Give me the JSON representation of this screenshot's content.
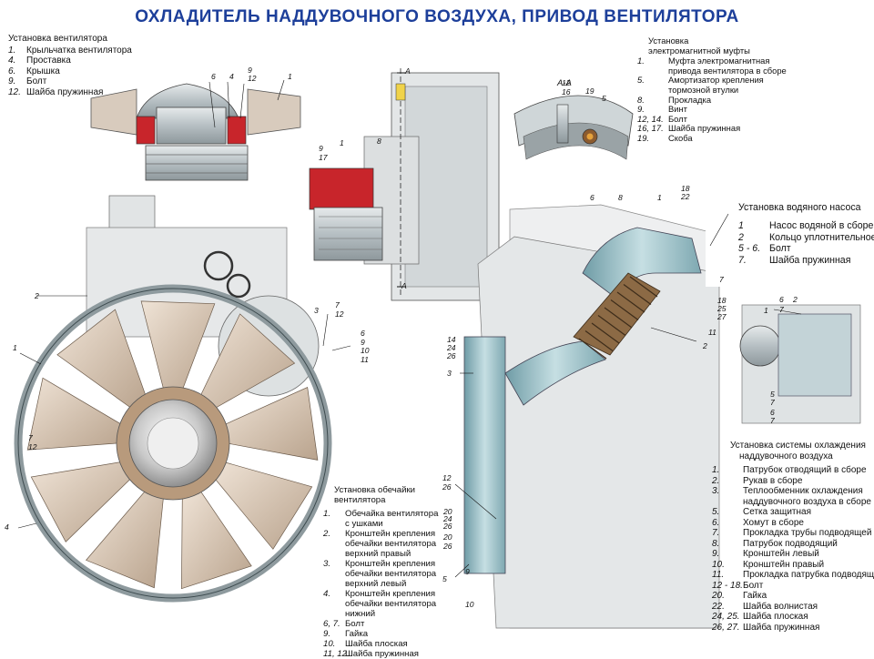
{
  "title": "ОХЛАДИТЕЛЬ НАДДУВОЧНОГО ВОЗДУХА, ПРИВОД ВЕНТИЛЯТОРА",
  "fan_install": {
    "heading": "Установка вентилятора",
    "items": [
      {
        "num": "1.",
        "text": "Крыльчатка вентилятора"
      },
      {
        "num": "4.",
        "text": "Проставка"
      },
      {
        "num": "6.",
        "text": "Крышка"
      },
      {
        "num": "9.",
        "text": "Болт"
      },
      {
        "num": "12.",
        "text": "Шайба пружинная"
      }
    ]
  },
  "clutch_install": {
    "heading": [
      "Установка",
      "электромагнитной муфты"
    ],
    "items": [
      {
        "num": "1.",
        "text": [
          "Муфта электромагнитная",
          "привода вентилятора в сборе"
        ]
      },
      {
        "num": "5.",
        "text": [
          "Амортизатор крепления",
          "тормозной втулки"
        ]
      },
      {
        "num": "8.",
        "text": [
          "Прокладка"
        ]
      },
      {
        "num": "9.",
        "text": [
          "Винт"
        ]
      },
      {
        "num": "12, 14.",
        "text": [
          "Болт"
        ]
      },
      {
        "num": "16, 17.",
        "text": [
          "Шайба пружинная"
        ]
      },
      {
        "num": "19.",
        "text": [
          "Скоба"
        ]
      }
    ]
  },
  "section_label": "А-А",
  "water_pump": {
    "heading": "Установка водяного насоса",
    "items": [
      {
        "num": "1",
        "text": "Насос водяной в сборе"
      },
      {
        "num": "2",
        "text": "Кольцо уплотнительное"
      },
      {
        "num": "5 - 6.",
        "text": "Болт"
      },
      {
        "num": "7.",
        "text": "Шайба пружинная"
      }
    ]
  },
  "charge_air": {
    "heading": [
      "Установка системы охлаждения",
      "наддувочного воздуха"
    ],
    "items": [
      {
        "num": "1.",
        "text": [
          "Патрубок отводящий в сборе"
        ]
      },
      {
        "num": "2.",
        "text": [
          "Рукав в сборе"
        ]
      },
      {
        "num": "3.",
        "text": [
          "Теплообменник охлаждения",
          "наддувочного воздуха в сборе"
        ]
      },
      {
        "num": "5.",
        "text": [
          "Сетка защитная"
        ]
      },
      {
        "num": "6.",
        "text": [
          "Хомут в сборе"
        ]
      },
      {
        "num": "7.",
        "text": [
          "Прокладка трубы подводящей"
        ]
      },
      {
        "num": "8.",
        "text": [
          "Патрубок подводящий"
        ]
      },
      {
        "num": "9.",
        "text": [
          "Кронштейн левый"
        ]
      },
      {
        "num": "10.",
        "text": [
          "Кронштейн правый"
        ]
      },
      {
        "num": "11.",
        "text": [
          "Прокладка патрубка подводящего"
        ]
      },
      {
        "num": "12 - 18.",
        "text": [
          "Болт"
        ]
      },
      {
        "num": "20.",
        "text": [
          "Гайка"
        ]
      },
      {
        "num": "22.",
        "text": [
          "Шайба волнистая"
        ]
      },
      {
        "num": "24, 25.",
        "text": [
          "Шайба плоская"
        ]
      },
      {
        "num": "26, 27.",
        "text": [
          "Шайба пружинная"
        ]
      }
    ]
  },
  "shroud_install": {
    "heading": [
      "Установка обечайки",
      "вентилятора"
    ],
    "items": [
      {
        "num": "1.",
        "text": [
          "Обечайка вентилятора",
          "с ушками"
        ]
      },
      {
        "num": "2.",
        "text": [
          "Кронштейн крепления",
          "обечайки вентилятора",
          "верхний правый"
        ]
      },
      {
        "num": "3.",
        "text": [
          "Кронштейн крепления",
          "обечайки вентилятора",
          "верхний левый"
        ]
      },
      {
        "num": "4.",
        "text": [
          "Кронштейн крепления",
          "обечайки вентилятора",
          "нижний"
        ]
      },
      {
        "num": "6, 7.",
        "text": [
          "Болт"
        ]
      },
      {
        "num": "9.",
        "text": [
          "Гайка"
        ]
      },
      {
        "num": "10.",
        "text": [
          "Шайба плоская"
        ]
      },
      {
        "num": "11, 12.",
        "text": [
          "Шайба пружинная"
        ]
      }
    ]
  },
  "callouts": {
    "fan_top": [
      "6",
      "4",
      "9",
      "12",
      "1"
    ],
    "section_arrows": [
      "А",
      "А"
    ],
    "clutch_side": [
      "1",
      "8",
      "9",
      "17"
    ],
    "section_detail": [
      "12",
      "16",
      "19",
      "5"
    ],
    "shroud": [
      "1",
      "2",
      "3",
      "7",
      "12",
      "6",
      "9",
      "10",
      "11",
      "7",
      "12",
      "4"
    ],
    "cooler": [
      "6",
      "8",
      "1",
      "18",
      "22",
      "7",
      "18",
      "25",
      "27",
      "11",
      "2",
      "14",
      "24",
      "26",
      "3",
      "12",
      "26",
      "20",
      "24",
      "26",
      "20",
      "26",
      "5",
      "9",
      "10"
    ],
    "pump": [
      "6",
      "2",
      "7",
      "1",
      "5",
      "7",
      "6",
      "7"
    ]
  },
  "colors": {
    "title": "#1d3f9a",
    "metal": "#b9c2c6",
    "gasket_red": "#c8252b",
    "hose_bronze": "#8c6a45",
    "cooler_teal": "#8fb6be",
    "blade": "#d9c6b2"
  }
}
